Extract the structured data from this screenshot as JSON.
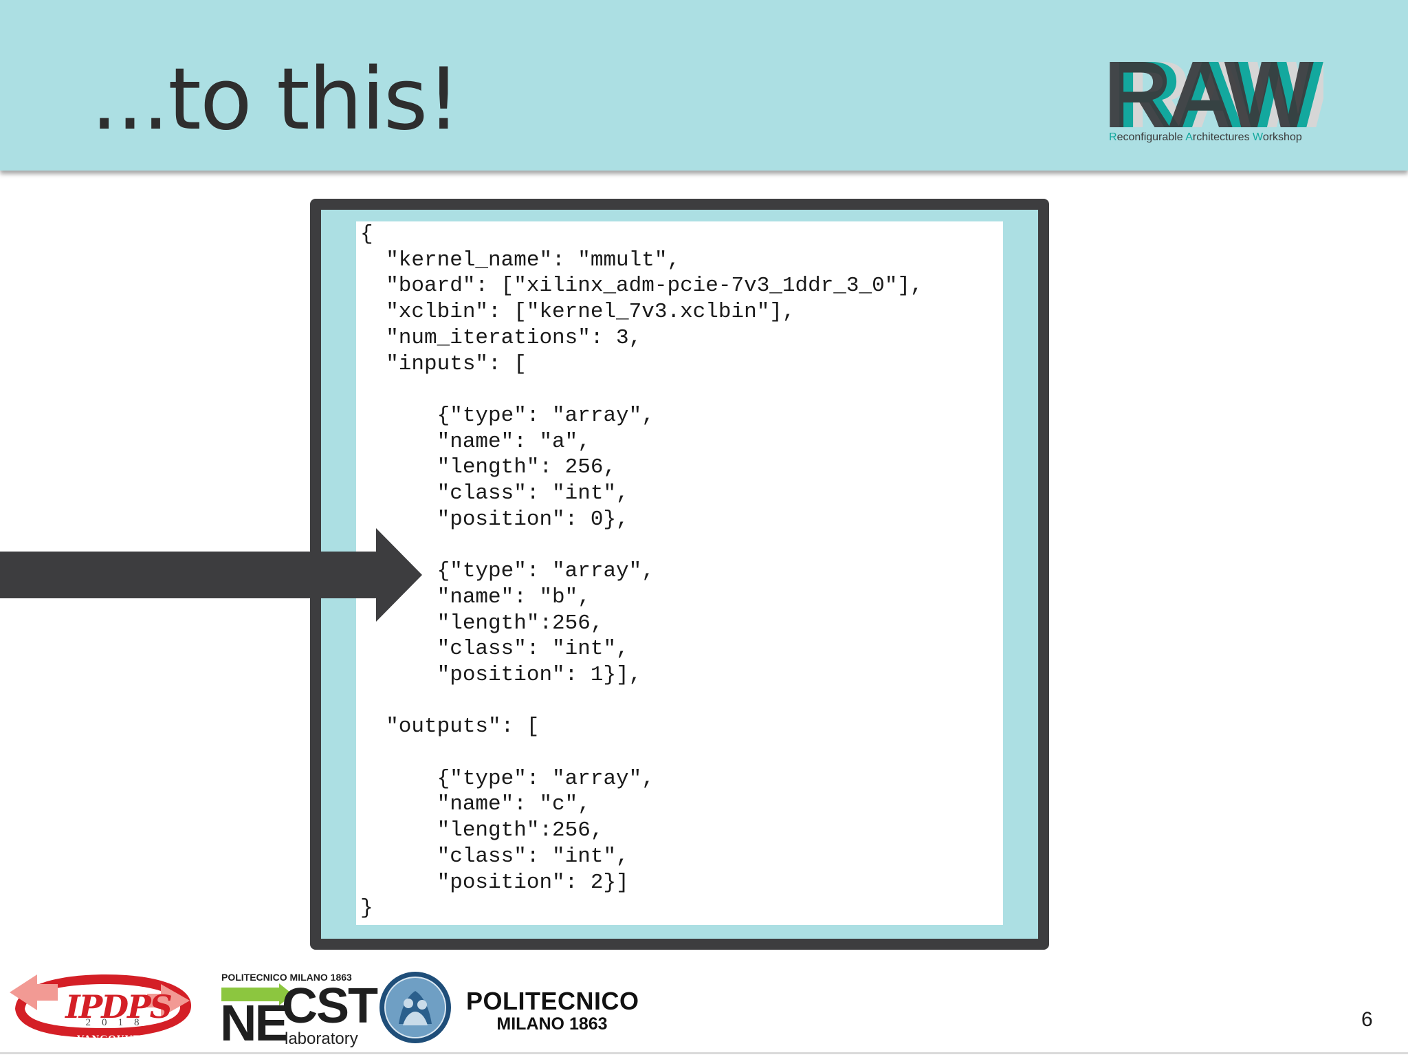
{
  "slide": {
    "title": "...to this!",
    "number": "6"
  },
  "brand": {
    "raw_logo_text": "RAW",
    "raw_tagline": {
      "r": "R",
      "r_rest": "econfigurable ",
      "a": "A",
      "a_rest": "rchitectures ",
      "w": "W",
      "w_rest": "orkshop"
    },
    "colors": {
      "header_bg": "#acdfe3",
      "accent_teal": "#13a89e",
      "frame_dark": "#3d3d3f"
    }
  },
  "code": {
    "lines": [
      "{",
      "  \"kernel_name\": \"mmult\",",
      "  \"board\": [\"xilinx_adm-pcie-7v3_1ddr_3_0\"],",
      "  \"xclbin\": [\"kernel_7v3.xclbin\"],",
      "  \"num_iterations\": 3,",
      "  \"inputs\": [",
      "",
      "      {\"type\": \"array\",",
      "      \"name\": \"a\",",
      "      \"length\": 256,",
      "      \"class\": \"int\",",
      "      \"position\": 0},",
      "",
      "      {\"type\": \"array\",",
      "      \"name\": \"b\",",
      "      \"length\":256,",
      "      \"class\": \"int\",",
      "      \"position\": 1}],",
      "",
      "  \"outputs\": [",
      "",
      "      {\"type\": \"array\",",
      "      \"name\": \"c\",",
      "      \"length\":256,",
      "      \"class\": \"int\",",
      "      \"position\": 2}]",
      "}"
    ]
  },
  "footer": {
    "ipdps": {
      "name": "IPDPS",
      "year": "2018",
      "city": "VANCOUVER"
    },
    "necst": {
      "top": "POLITECNICO MILANO 1863",
      "ne": "NE",
      "cst": "CST",
      "lab": "laboratory"
    },
    "polimi": {
      "name": "POLITECNICO",
      "sub": "MILANO 1863"
    }
  }
}
